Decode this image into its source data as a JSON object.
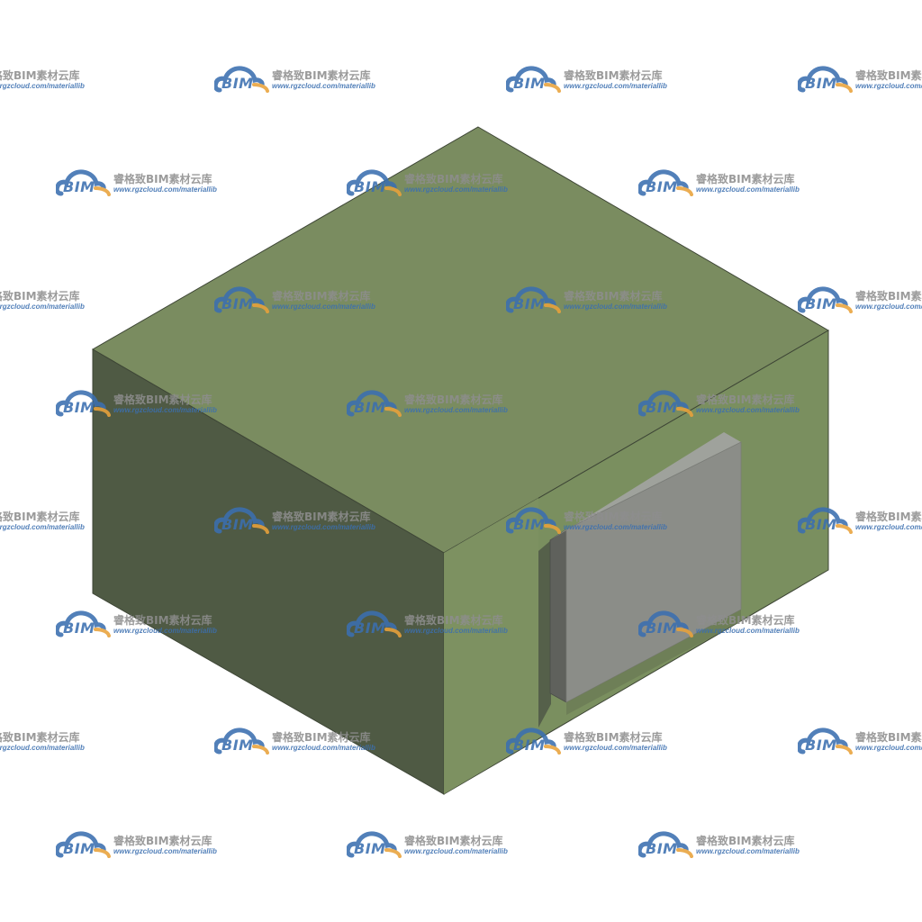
{
  "watermark": {
    "logo_text": "BIM",
    "title": "睿格致BIM素材云库",
    "url": "www.rgzcloud.com/materiallib",
    "colors": {
      "logo_blue": "#3b6fb0",
      "logo_orange": "#e9a23b",
      "title_gray": "#8e8e8e"
    }
  },
  "model": {
    "description_icon": "rectangular-block-with-gray-plate",
    "colors": {
      "top_face": "#7a8c60",
      "left_face": "#4f5a44",
      "right_face": "#7a8f5f",
      "plate_front": "#8b8d88",
      "plate_side": "#5f615c",
      "plate_top": "#9fa29c",
      "edge": "#3e4636"
    }
  }
}
